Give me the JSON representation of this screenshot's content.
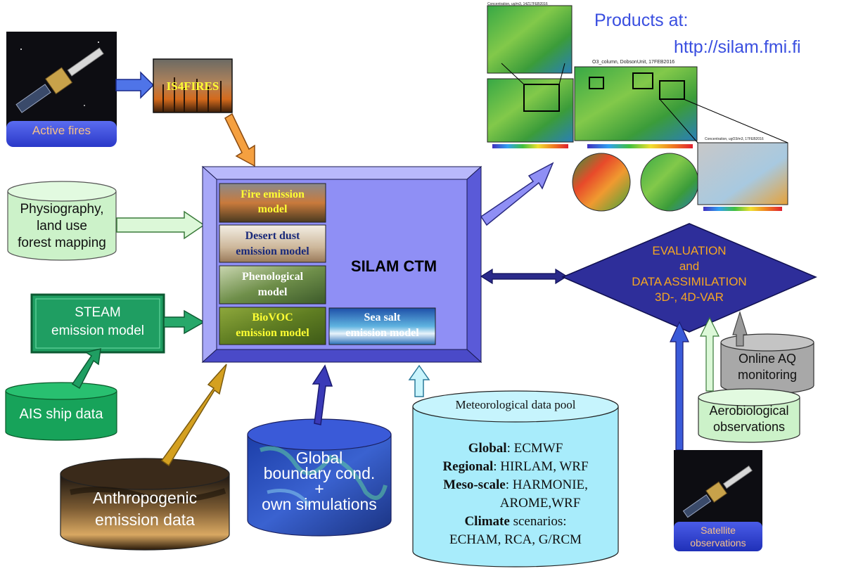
{
  "products": {
    "title": "Products at:",
    "url": "http://silam.fmi.fi"
  },
  "active_fires": {
    "label": "Active fires"
  },
  "is4fires": {
    "label": "IS4FIRES"
  },
  "physiography": {
    "line1": "Physiography,",
    "line2": "land use",
    "line3": "forest mapping"
  },
  "steam": {
    "line1": "STEAM",
    "line2": "emission model"
  },
  "ais": {
    "label": "AIS ship data"
  },
  "anthropogenic": {
    "line1": "Anthropogenic",
    "line2": "emission data"
  },
  "global_bc": {
    "line1": "Global",
    "line2": "boundary cond.",
    "line3": "+",
    "line4": "own simulations"
  },
  "silam": {
    "title": "SILAM CTM",
    "modules": {
      "fire": {
        "line1": "Fire emission",
        "line2": "model"
      },
      "dust": {
        "line1": "Desert dust",
        "line2": "emission model"
      },
      "pheno": {
        "line1": "Phenological",
        "line2": "model"
      },
      "biovoc": {
        "line1": "BioVOC",
        "line2": "emission model"
      },
      "seasalt": {
        "line1": "Sea salt",
        "line2": "emission model"
      }
    }
  },
  "met_pool": {
    "title": "Meteorological  data pool",
    "global_key": "Global",
    "global_val": ": ECMWF",
    "regional_key": "Regional",
    "regional_val": ": HIRLAM, WRF",
    "meso_key": "Meso-scale",
    "meso_val": ":  HARMONIE,",
    "meso_val2": "AROME,WRF",
    "climate_key": "Climate",
    "climate_val": " scenarios:",
    "climate_val2": "ECHAM, RCA, G/RCM"
  },
  "evaluation": {
    "line1": "EVALUATION",
    "line2": "and",
    "line3": "DATA  ASSIMILATION",
    "line4": "3D-, 4D-VAR"
  },
  "online_aq": {
    "line1": "Online AQ",
    "line2": "monitoring"
  },
  "aerobiological": {
    "line1": "Aerobiological",
    "line2": "observations"
  },
  "satellite": {
    "line1": "Satellite",
    "line2": "observations"
  },
  "maps": {
    "map1_title": "Concentration, ug/m3, 14Z17FEB2016",
    "map2_title": "O3_column, DobsonUnit, 17FEB2016",
    "map3_title": "Concentration, ugO3/m3, 17FEB2016"
  },
  "colors": {
    "ctm_face": "#8f8ff5",
    "ctm_bevel_light": "#b9b9fb",
    "ctm_bevel_dark": "#5a5ad8",
    "cyl_green": "#ccf2c9",
    "steam_green": "#1f9e62",
    "ais_green": "#17a35a",
    "met_cyan": "#a8ecfb",
    "diamond": "#2e2e9a",
    "diamond_text": "#f5a623",
    "url_blue": "#3a4fe0",
    "arrow_blue": "#4a6ae0",
    "arrow_orange": "#f5a040"
  }
}
